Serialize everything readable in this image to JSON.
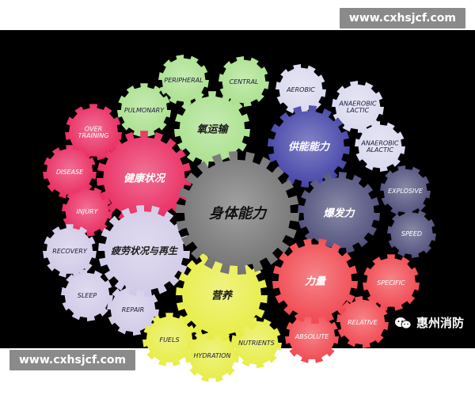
{
  "watermark_top": "www.cxhsjcf.com",
  "watermark_bottom": "www.cxhsjcf.com",
  "brand": {
    "name": "惠州消防",
    "icon": "wechat-icon"
  },
  "colors": {
    "background": "#000000",
    "center": "#6e6e6e",
    "aerobic_green": "#a7e08a",
    "supply_blue": "#3f3fa6",
    "health_red": "#e8235a",
    "recovery_lavender": "#cfc8e6",
    "nutrition_yellow": "#e6ec3f",
    "strength_red": "#f0424a",
    "explosive_slate": "#4a4a78"
  },
  "diagram": {
    "center": "身体能力",
    "groups": [
      {
        "id": "oxygen-transport",
        "label": "氧运输",
        "children": [
          "PERIPHERAL",
          "CENTRAL",
          "PULMONARY"
        ]
      },
      {
        "id": "energy-supply",
        "label": "供能能力",
        "children": [
          "AEROBIC",
          "ANAEROBIC\nLACTIC",
          "ANAEROBIC\nALACTIC"
        ]
      },
      {
        "id": "health-status",
        "label": "健康状况",
        "children": [
          "OVER\nTRAINING",
          "DISEASE",
          "INJURY"
        ]
      },
      {
        "id": "explosive-power",
        "label": "爆发力",
        "children": [
          "EXPLOSIVE",
          "SPEED"
        ]
      },
      {
        "id": "fatigue-recovery",
        "label": "疲劳状况与再生",
        "children": [
          "RECOVERY",
          "SLEEP",
          "REPAIR"
        ]
      },
      {
        "id": "strength",
        "label": "力量",
        "children": [
          "SPECIFIC",
          "RELATIVE",
          "ABSOLUTE"
        ]
      },
      {
        "id": "nutrition",
        "label": "营养",
        "children": [
          "FUELS",
          "HYDRATION",
          "NUTRIENTS"
        ]
      }
    ]
  }
}
